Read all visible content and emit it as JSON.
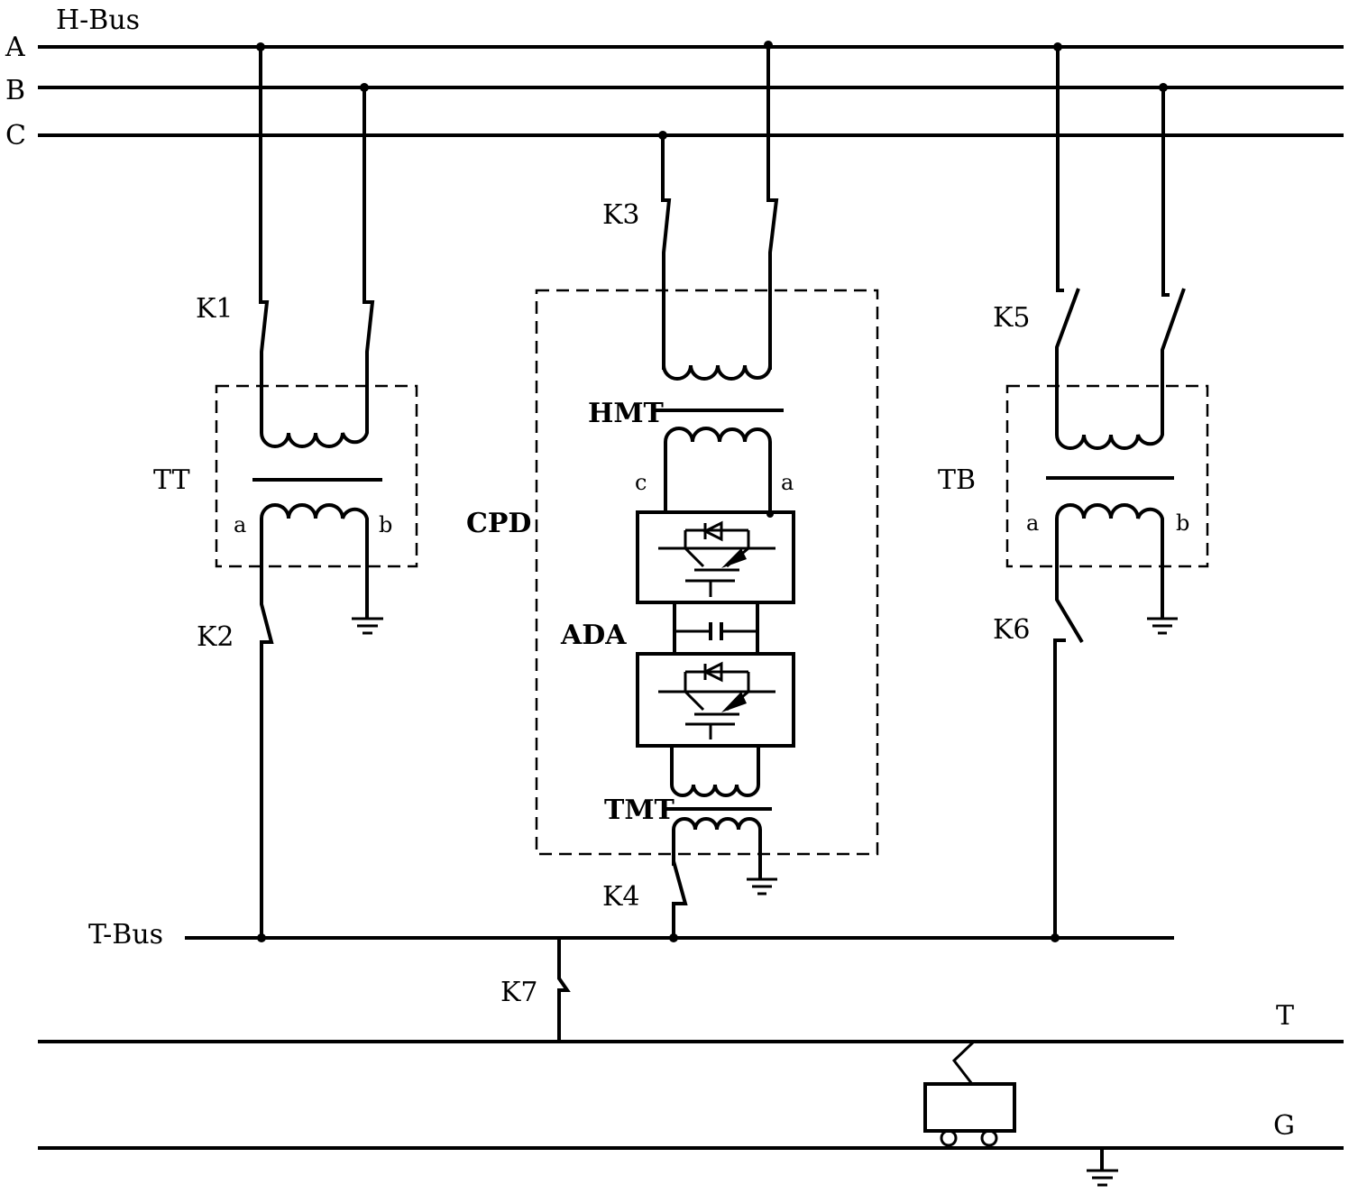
{
  "labels": {
    "h_bus": "H-Bus",
    "phase_a": "A",
    "phase_b": "B",
    "phase_c": "C",
    "t_bus": "T-Bus",
    "line_t": "T",
    "line_g": "G"
  },
  "switches": {
    "k1": "K1",
    "k2": "K2",
    "k3": "K3",
    "k4": "K4",
    "k5": "K5",
    "k6": "K6",
    "k7": "K7"
  },
  "blocks": {
    "tt": "TT",
    "tb": "TB",
    "cpd": "CPD",
    "hmt": "HMT",
    "tmt": "TMT",
    "ada": "ADA"
  },
  "terminals": {
    "tt_a": "a",
    "tt_b": "b",
    "tb_a": "a",
    "tb_b": "b",
    "hmt_c": "c",
    "hmt_a": "a"
  }
}
